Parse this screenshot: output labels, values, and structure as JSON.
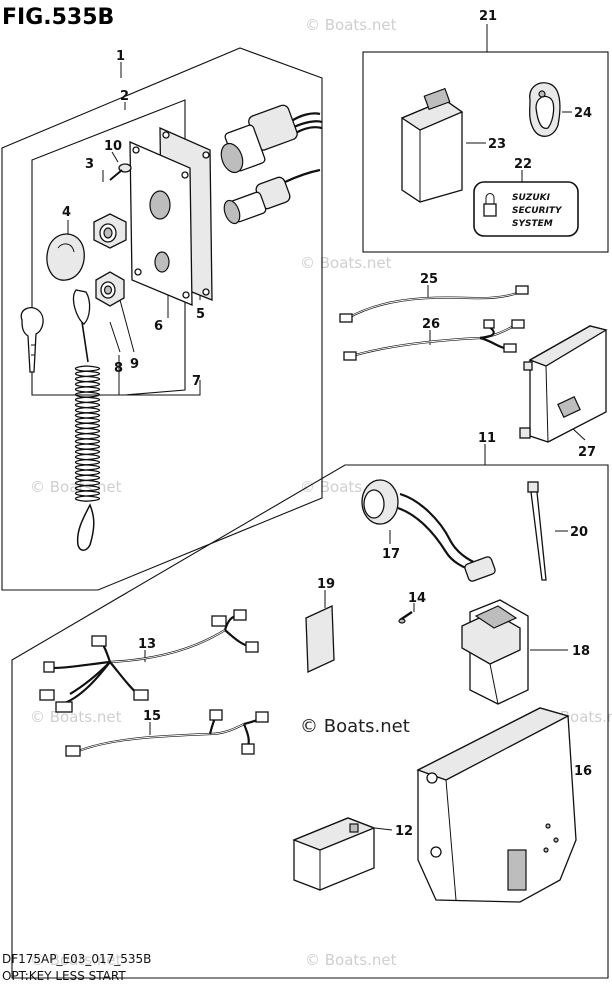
{
  "title": "FIG.535B",
  "footer": {
    "code": "DF175AP_E03_017_535B",
    "caption": "OPT:KEY LESS START"
  },
  "watermark": "© Boats.net",
  "decal_text": [
    "SUZUKI",
    "SECURITY",
    "SYSTEM"
  ],
  "callouts": {
    "c1": "1",
    "c2": "2",
    "c3": "3",
    "c4": "4",
    "c5": "5",
    "c6": "6",
    "c7": "7",
    "c8": "8",
    "c9": "9",
    "c10": "10",
    "c11": "11",
    "c12": "12",
    "c13": "13",
    "c14": "14",
    "c15": "15",
    "c16": "16",
    "c17": "17",
    "c18": "18",
    "c19": "19",
    "c20": "20",
    "c21": "21",
    "c22": "22",
    "c23": "23",
    "c24": "24",
    "c25": "25",
    "c26": "26",
    "c27": "27"
  }
}
